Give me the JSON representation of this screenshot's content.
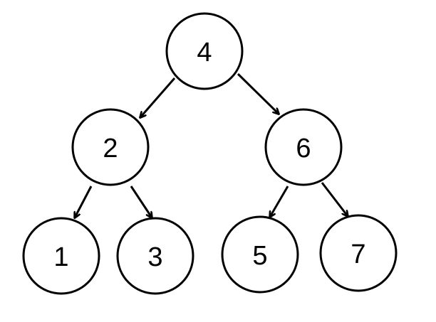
{
  "tree": {
    "nodes": [
      {
        "id": "n4",
        "label": "4"
      },
      {
        "id": "n2",
        "label": "2"
      },
      {
        "id": "n6",
        "label": "6"
      },
      {
        "id": "n1",
        "label": "1"
      },
      {
        "id": "n3",
        "label": "3"
      },
      {
        "id": "n5",
        "label": "5"
      },
      {
        "id": "n7",
        "label": "7"
      }
    ],
    "edges": [
      {
        "from": "n4",
        "to": "n2"
      },
      {
        "from": "n4",
        "to": "n6"
      },
      {
        "from": "n2",
        "to": "n1"
      },
      {
        "from": "n2",
        "to": "n3"
      },
      {
        "from": "n6",
        "to": "n5"
      },
      {
        "from": "n6",
        "to": "n7"
      }
    ],
    "colors": {
      "stroke": "#000000",
      "fill": "#ffffff",
      "background": "#ffffff"
    }
  }
}
